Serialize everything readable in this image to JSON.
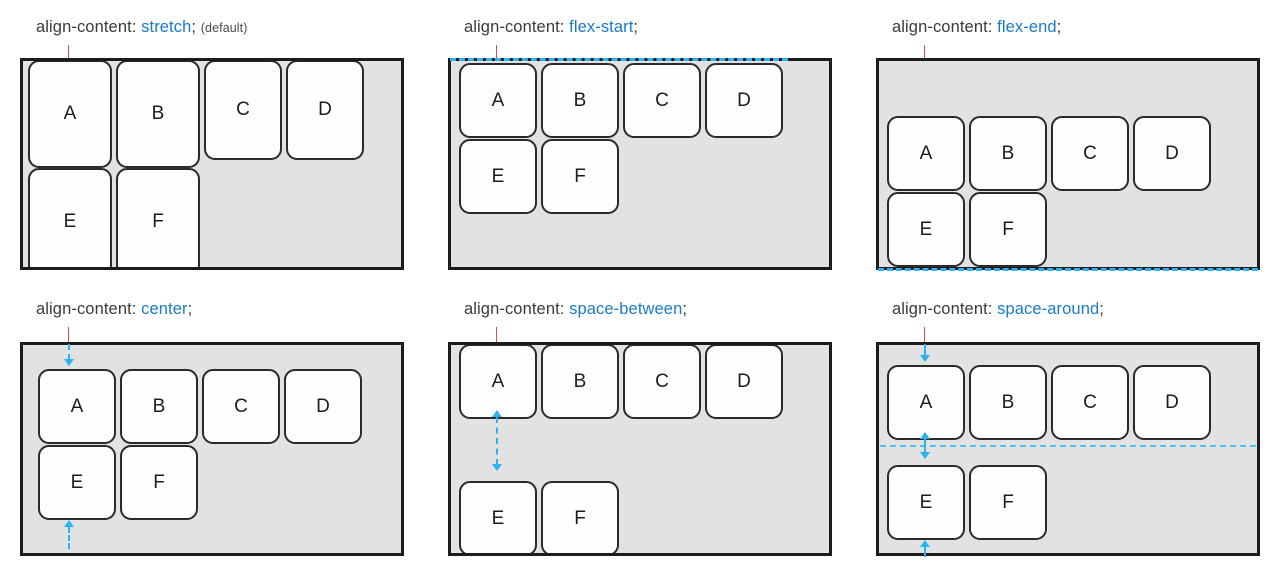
{
  "figure": {
    "title_prefix": "align-content:",
    "semicolon": ";",
    "item_labels": [
      "A",
      "B",
      "C",
      "D",
      "E",
      "F"
    ],
    "colors": {
      "value_text": "#1a7bc9",
      "label_text": "#3a3a3a",
      "container_bg": "#e2e2e2",
      "container_border": "#1c1c1c",
      "item_bg": "#fefefe",
      "item_border": "#2a2a2a",
      "guide_cyan": "#2bb3ef",
      "tick_red": "#e8453c"
    }
  },
  "panels": [
    {
      "id": "stretch",
      "prop": "align-content:",
      "value": "stretch",
      "semi": ";",
      "note": "(default)",
      "items": [
        "A",
        "B",
        "C",
        "D",
        "E",
        "F"
      ],
      "row1": [
        "A",
        "B",
        "C",
        "D"
      ],
      "row2": [
        "E",
        "F"
      ],
      "guides": []
    },
    {
      "id": "flex-start",
      "prop": "align-content:",
      "value": "flex-start",
      "semi": ";",
      "note": "",
      "items": [
        "A",
        "B",
        "C",
        "D",
        "E",
        "F"
      ],
      "row1": [
        "A",
        "B",
        "C",
        "D"
      ],
      "row2": [
        "E",
        "F"
      ],
      "guides": [
        "top-dashed-line"
      ]
    },
    {
      "id": "flex-end",
      "prop": "align-content:",
      "value": "flex-end",
      "semi": ";",
      "note": "",
      "items": [
        "A",
        "B",
        "C",
        "D",
        "E",
        "F"
      ],
      "row1": [
        "A",
        "B",
        "C",
        "D"
      ],
      "row2": [
        "E",
        "F"
      ],
      "guides": [
        "bottom-dashed-line"
      ]
    },
    {
      "id": "center",
      "prop": "align-content:",
      "value": "center",
      "semi": ";",
      "note": "",
      "items": [
        "A",
        "B",
        "C",
        "D",
        "E",
        "F"
      ],
      "row1": [
        "A",
        "B",
        "C",
        "D"
      ],
      "row2": [
        "E",
        "F"
      ],
      "guides": [
        "top-arrow-down",
        "bottom-arrow-up"
      ]
    },
    {
      "id": "space-between",
      "prop": "align-content:",
      "value": "space-between",
      "semi": ";",
      "note": "",
      "items": [
        "A",
        "B",
        "C",
        "D",
        "E",
        "F"
      ],
      "row1": [
        "A",
        "B",
        "C",
        "D"
      ],
      "row2": [
        "E",
        "F"
      ],
      "guides": [
        "middle-double-arrow"
      ]
    },
    {
      "id": "space-around",
      "prop": "align-content:",
      "value": "space-around",
      "semi": ";",
      "note": "",
      "items": [
        "A",
        "B",
        "C",
        "D",
        "E",
        "F"
      ],
      "row1": [
        "A",
        "B",
        "C",
        "D"
      ],
      "row2": [
        "E",
        "F"
      ],
      "guides": [
        "top-arrow-down",
        "middle-dashed-line",
        "middle-arrows",
        "bottom-arrow-up"
      ]
    }
  ]
}
